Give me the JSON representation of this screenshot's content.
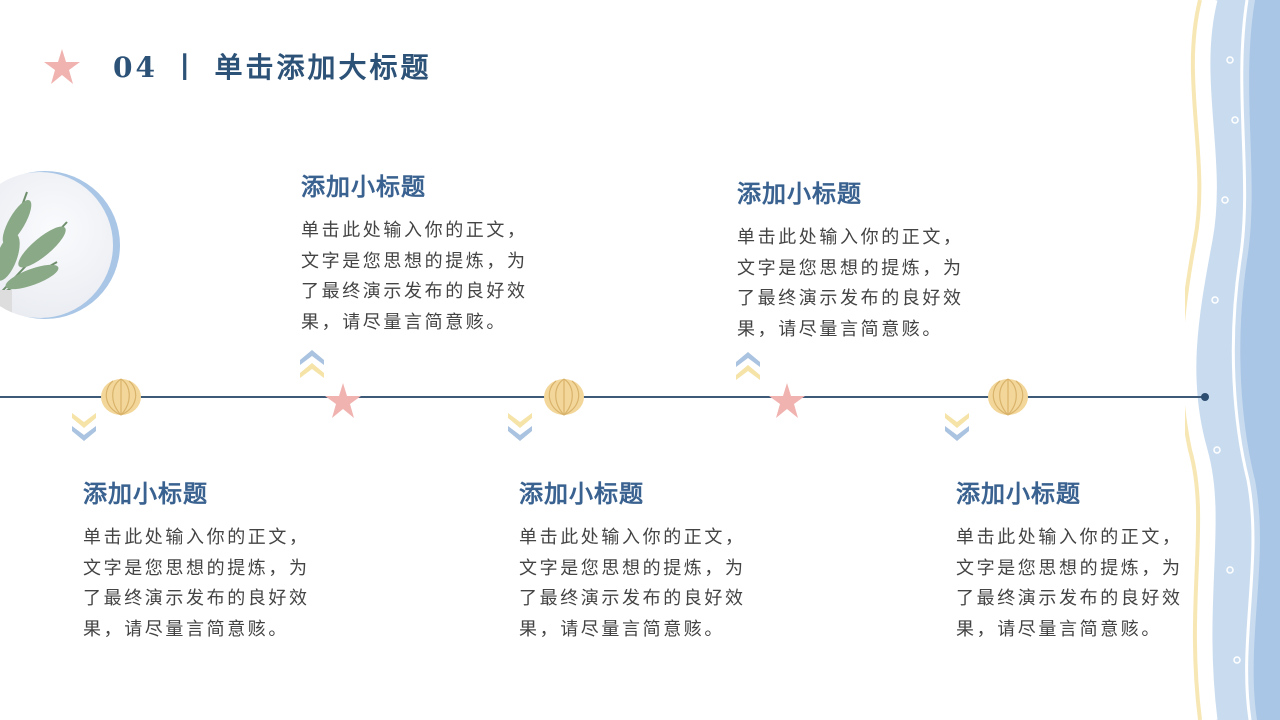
{
  "title": {
    "number": "04",
    "separator": "丨",
    "text": "单击添加大标题"
  },
  "items": [
    {
      "heading": "添加小标题",
      "lines": [
        "单击此处输入你的正文，",
        "文字是您思想的提炼，为",
        "了最终演示发布的良好效",
        "果，请尽量言简意赅。"
      ]
    },
    {
      "heading": "添加小标题",
      "lines": [
        "单击此处输入你的正文，",
        "文字是您思想的提炼，为",
        "了最终演示发布的良好效",
        "果，请尽量言简意赅。"
      ]
    },
    {
      "heading": "添加小标题",
      "lines": [
        "单击此处输入你的正文，",
        "文字是您思想的提炼，为",
        "了最终演示发布的良好效",
        "果，请尽量言简意赅。"
      ]
    },
    {
      "heading": "添加小标题",
      "lines": [
        "单击此处输入你的正文，",
        "文字是您思想的提炼，为",
        "了最终演示发布的良好效",
        "果，请尽量言简意赅。"
      ]
    },
    {
      "heading": "添加小标题",
      "lines": [
        "单击此处输入你的正文，",
        "文字是您思想的提炼，为",
        "了最终演示发布的良好效",
        "果，请尽量言简意赅。"
      ]
    }
  ],
  "colors": {
    "title": "#2d5277",
    "heading": "#3a6290",
    "line": "#3d5a78",
    "chevron_blue": "#a9c3e0",
    "chevron_yellow": "#f5e3a8",
    "starfish": "#f0b3b0",
    "shell": "#f3d79a"
  }
}
